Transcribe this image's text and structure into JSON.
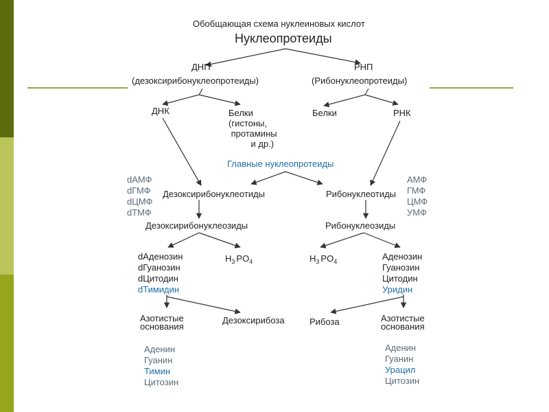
{
  "header": {
    "title": "Обобщающая схема нуклеиновых кислот",
    "root": "Нуклеопротеиды"
  },
  "left": {
    "dnp": "ДНП",
    "dnp_full": "(дезоксирибонуклеопротеиды)",
    "dnk": "ДНК",
    "proteins": "Белки\n(гистоны,\n протамины\n         и др.)",
    "nucleotides_list": [
      "dАМФ",
      "dГМФ",
      "dЦМФ",
      "dТМФ"
    ],
    "nucleotides": "Дезоксирибонуклеотиды",
    "nucleosides": "Дезоксирибонуклеозиды",
    "nucleosides_list": [
      "dАденозин",
      "dГуанозин",
      "dЦитодин",
      "dТимидин"
    ],
    "phosphate": {
      "base": "H",
      "sub1": "3",
      "mid": "PO",
      "sub2": "4"
    },
    "bases_label": "Азотистые\nоснования",
    "sugar": "Дезоксирибоза",
    "bases_list": [
      "Аденин",
      "Гуанин",
      "Тимин",
      "Цитозин"
    ]
  },
  "right": {
    "rnp": "РНП",
    "rnp_full": "(Рибонуклеопротеиды)",
    "proteins": "Белки",
    "rnk": "РНК",
    "nucleotides_list": [
      "АМФ",
      "ГМФ",
      "ЦМФ",
      "УМФ"
    ],
    "nucleotides": "Рибонуклеотиды",
    "nucleosides": "Рибонуклеозиды",
    "nucleosides_list": [
      "Аденозин",
      "Гуанозин",
      "Цитодин",
      "Уридин"
    ],
    "phosphate": {
      "base": "H",
      "sub1": "3",
      "mid": "PO",
      "sub2": "4"
    },
    "sugar": "Рибоза",
    "bases_label": "Азотистые\nоснования",
    "bases_list": [
      "Аденин",
      "Гуанин",
      "Урацил",
      "Цитозин"
    ]
  },
  "center": {
    "main_label": "Главные нуклеопротеиды"
  },
  "colors": {
    "text": "#222222",
    "accent_blue": "#1f6fa8",
    "muted": "#5b6b78",
    "rule": "#a9a03a"
  }
}
